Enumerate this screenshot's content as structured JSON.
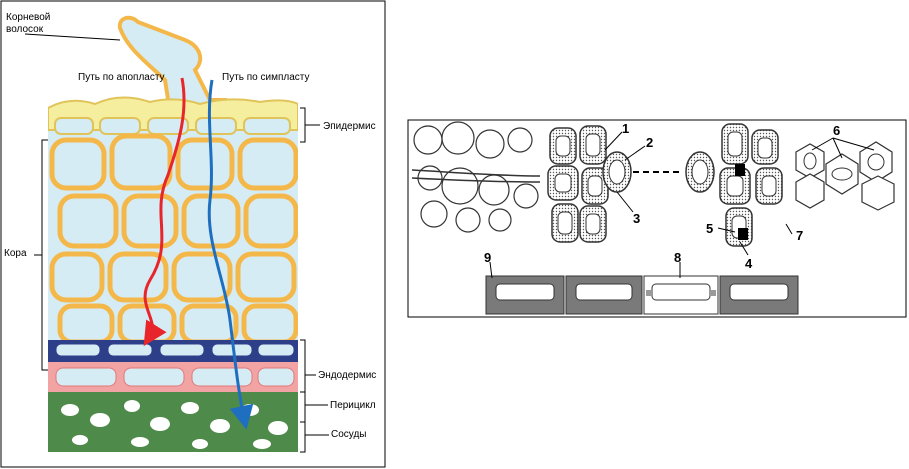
{
  "left_diagram": {
    "labels": {
      "root_hair": [
        "Корневой",
        "волосок"
      ],
      "apoplast_path": "Путь по апопласту",
      "symplast_path": "Путь по симпласту",
      "epidermis": "Эпидермис",
      "cortex": "Кора",
      "endodermis": "Эндодермис",
      "pericycle": "Перицикл",
      "vessels": "Сосуды"
    },
    "colors": {
      "apoplast": "#e8252b",
      "symplast": "#1f6fc0",
      "epidermis": "#f5ee9e",
      "cortex_wall": "#f4b84a",
      "cell_fill": "#d6ecf4",
      "endodermis": "#2e3f8a",
      "pericycle": "#f2a3a3",
      "vessels": "#4e8b4a"
    }
  },
  "right_diagram": {
    "numbers": [
      "1",
      "2",
      "3",
      "4",
      "5",
      "6",
      "7",
      "8",
      "9"
    ]
  }
}
